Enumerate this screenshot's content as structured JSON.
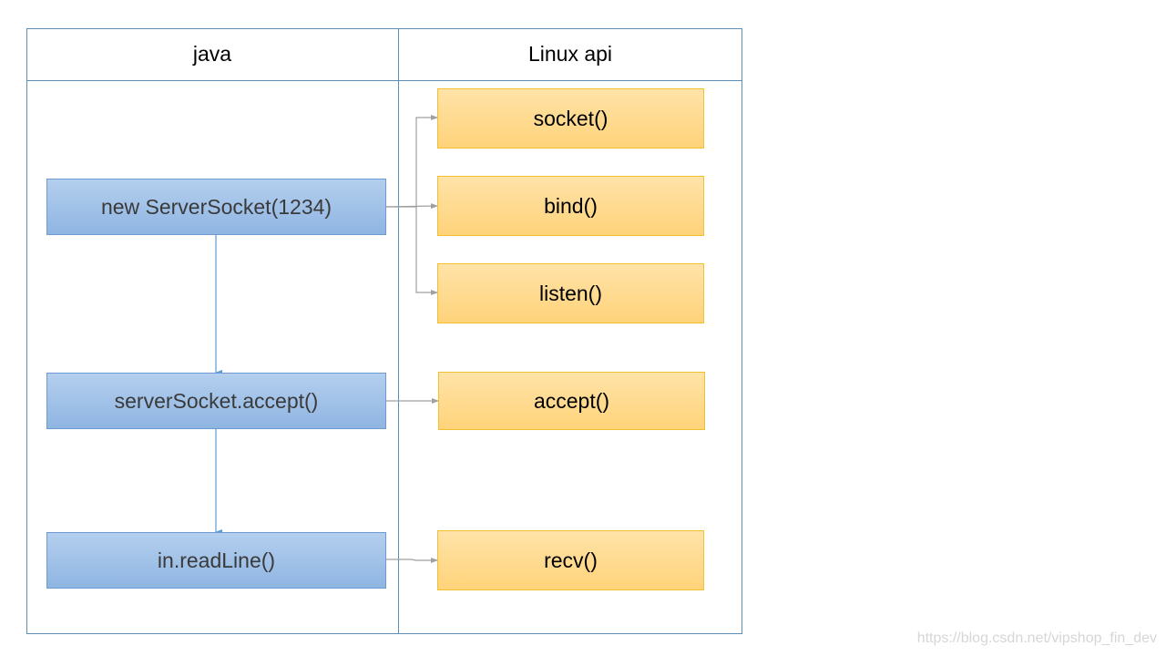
{
  "headers": {
    "java": "java",
    "linux": "Linux api"
  },
  "java_calls": [
    "new ServerSocket(1234)",
    "serverSocket.accept()",
    "in.readLine()"
  ],
  "linux_calls": [
    "socket()",
    "bind()",
    "listen()",
    "accept()",
    "recv()"
  ],
  "watermark": "https://blog.csdn.net/vipshop_fin_dev",
  "colors": {
    "frame": "#5b8fb6",
    "java_fill": "#9dc0e8",
    "linux_fill": "#ffd98a",
    "connector_gray": "#a0a0a0",
    "connector_blue": "#5b9bd5"
  }
}
